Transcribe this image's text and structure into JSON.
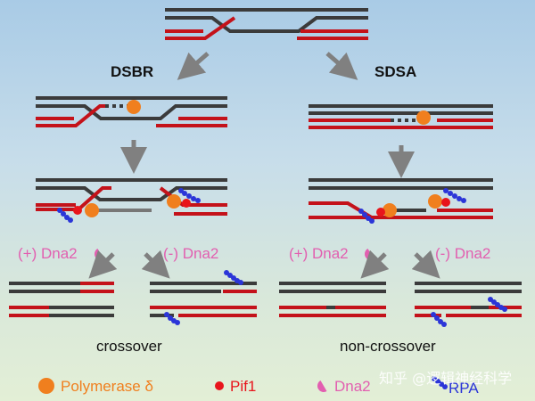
{
  "labels": {
    "dsbr": "DSBR",
    "sdsa": "SDSA",
    "crossover": "crossover",
    "non_crossover": "non-crossover",
    "plus_dna2_left": "(+) Dna2",
    "minus_dna2_left": "(-) Dna2",
    "plus_dna2_right": "(+) Dna2",
    "minus_dna2_right": "(-) Dna2"
  },
  "legend": [
    {
      "label": "Polymerase δ",
      "color": "#f07f1e",
      "icon": "orange-circle-icon"
    },
    {
      "label": "Pif1",
      "color": "#e8151c",
      "icon": "red-dot-icon"
    },
    {
      "label": "Dna2",
      "color": "#e25fb0",
      "icon": "pacman-icon"
    },
    {
      "label": "RPA",
      "color": "#2b35d8",
      "icon": "blue-beads-icon"
    }
  ],
  "watermark": "知乎 @逻辑神经科学",
  "colors": {
    "dark_strand": "#3b3b3b",
    "red_strand": "#c4121a",
    "polymerase": "#f07f1e",
    "pif1": "#e8151c",
    "dna2": "#e25fb0",
    "rpa": "#2b35d8",
    "arrow": "#808080"
  }
}
